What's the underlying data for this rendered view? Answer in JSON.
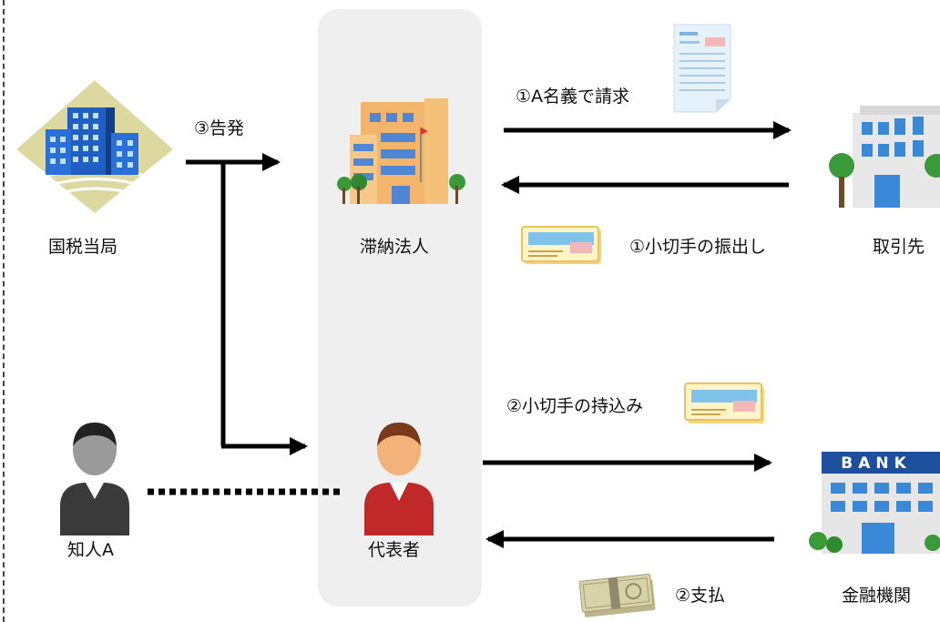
{
  "nodes": {
    "tax_office": "国税当局",
    "delinquent_corp": "滞納法人",
    "client": "取引先",
    "acquaintance": "知人A",
    "representative": "代表者",
    "bank": "金融機関"
  },
  "edges": {
    "invoice": "①A名義で請求",
    "check_issue": "①小切手の振出し",
    "accuse": "③告発",
    "check_bring": "②小切手の持込み",
    "payment": "②支払"
  },
  "bank_sign": "BANK",
  "colors": {
    "arrow": "#000000",
    "center_column": "#efefef",
    "tax_building": "#1f5fc4",
    "corp_building": "#f2b56b",
    "rep_shirt": "#c0282a",
    "acquaintance_shirt": "#3a3a3a",
    "bank_sign_bg": "#1e4f9c"
  }
}
